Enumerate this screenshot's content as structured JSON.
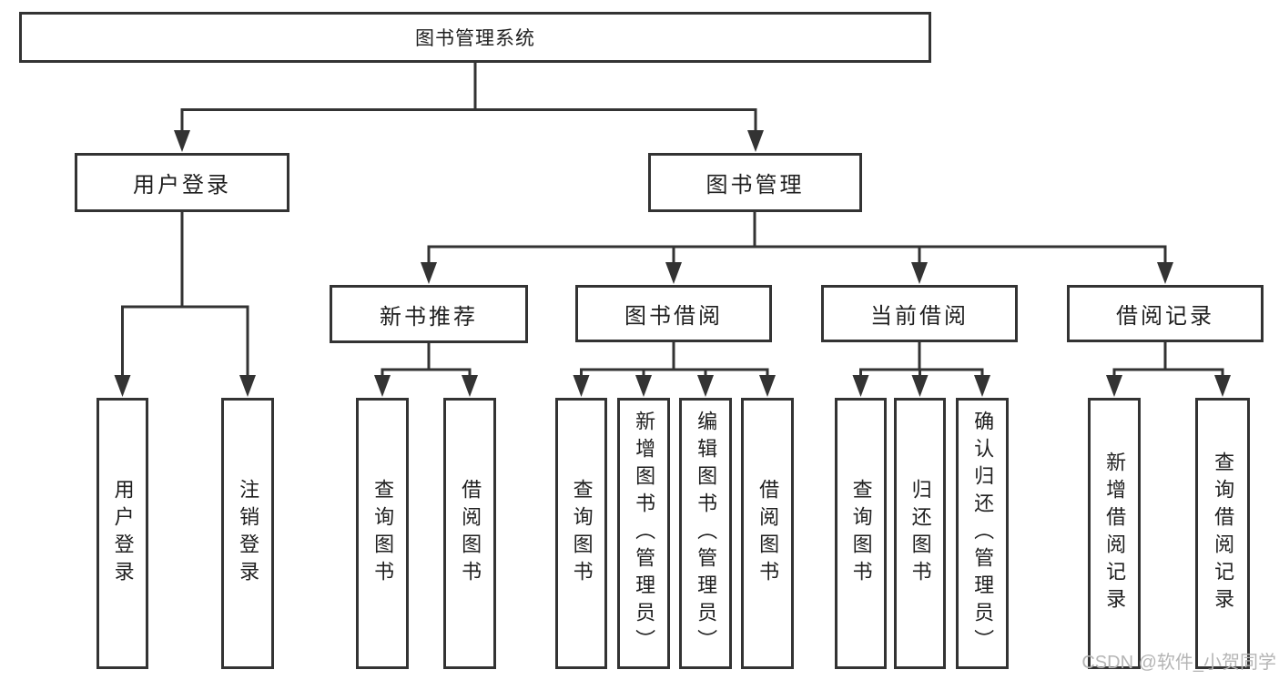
{
  "tree": {
    "label": "图书管理系统",
    "children": [
      {
        "label": "用户登录",
        "children": [
          {
            "label": "用户登录"
          },
          {
            "label": "注销登录"
          }
        ]
      },
      {
        "label": "图书管理",
        "children": [
          {
            "label": "新书推荐",
            "children": [
              {
                "label": "查询图书"
              },
              {
                "label": "借阅图书"
              }
            ]
          },
          {
            "label": "图书借阅",
            "children": [
              {
                "label": "查询图书"
              },
              {
                "label": "新增图书（管理员）"
              },
              {
                "label": "编辑图书（管理员）"
              },
              {
                "label": "借阅图书"
              }
            ]
          },
          {
            "label": "当前借阅",
            "children": [
              {
                "label": "查询图书"
              },
              {
                "label": "归还图书"
              },
              {
                "label": "确认归还（管理员）"
              }
            ]
          },
          {
            "label": "借阅记录",
            "children": [
              {
                "label": "新增借阅记录"
              },
              {
                "label": "查询借阅记录"
              }
            ]
          }
        ]
      }
    ]
  },
  "watermark": "CSDN @软件_小贺同学",
  "colors": {
    "line": "#333333",
    "text": "#1f1f1f",
    "box_background": "#ffffff",
    "watermark": "#b5b5b5"
  }
}
